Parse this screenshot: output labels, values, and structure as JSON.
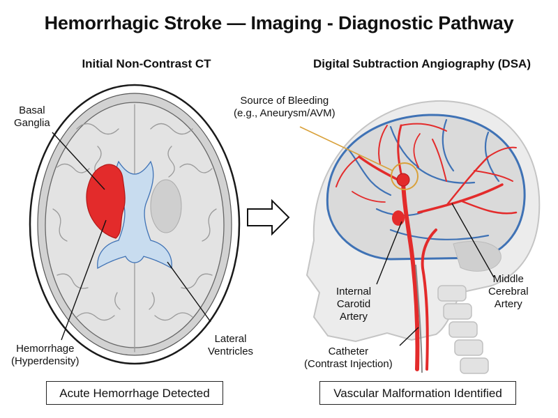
{
  "title": "Hemorrhagic Stroke — Imaging - Diagnostic Pathway",
  "left_panel": {
    "title": "Initial Non-Contrast CT",
    "labels": {
      "basal_ganglia": [
        "Basal",
        "Ganglia"
      ],
      "hemorrhage": [
        "Hemorrhage",
        "(Hyperdensity)"
      ],
      "lateral_ventricles": [
        "Lateral",
        "Ventricles"
      ]
    },
    "caption": "Acute Hemorrhage Detected"
  },
  "right_panel": {
    "title": "Digital Subtraction Angiography (DSA)",
    "labels": {
      "source": [
        "Source of Bleeding",
        "(e.g., Aneurysm/AVM)"
      ],
      "internal_carotid": [
        "Internal",
        "Carotid",
        "Artery"
      ],
      "middle_cerebral": [
        "Middle",
        "Cerebral",
        "Artery"
      ],
      "catheter": [
        "Catheter",
        "(Contrast Injection)"
      ]
    },
    "caption": "Vascular Malformation Identified"
  },
  "colors": {
    "blood": "#e32b2b",
    "vessel_blue": "#3f72b5",
    "ventricle": "#c8dcef",
    "brain": "#e3e3e3",
    "skull": "#d2d2d2",
    "highlight": "#d9a13a"
  }
}
